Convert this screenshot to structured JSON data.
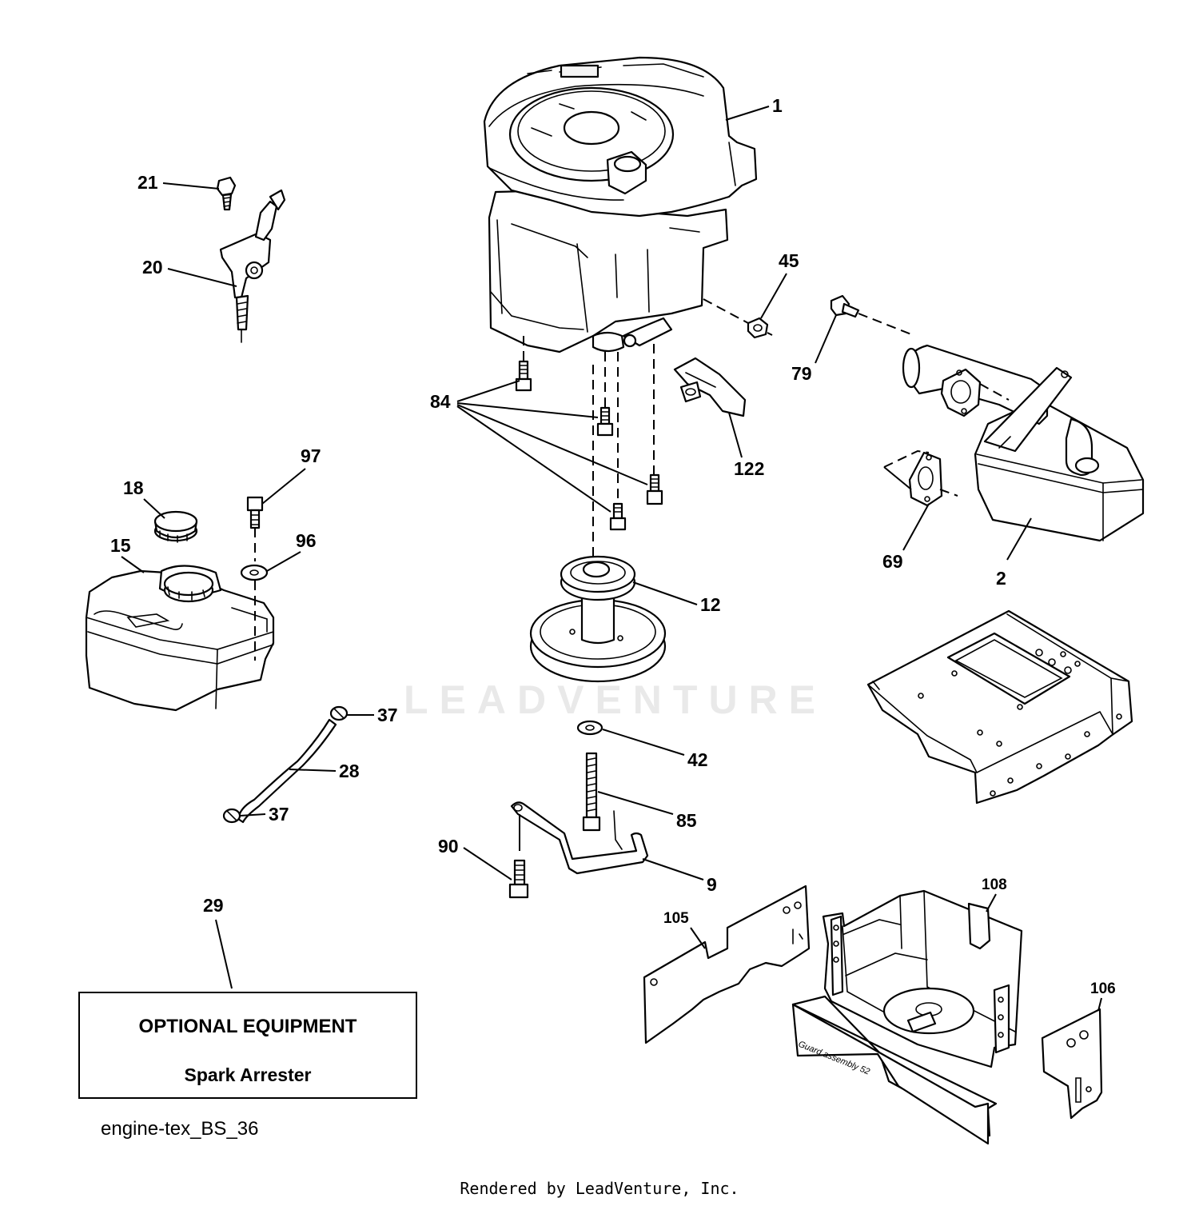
{
  "watermark": "LEADVENTURE",
  "callouts": {
    "c1": "1",
    "c2": "2",
    "c9": "9",
    "c12": "12",
    "c15": "15",
    "c18": "18",
    "c20": "20",
    "c21": "21",
    "c28": "28",
    "c29": "29",
    "c37a": "37",
    "c37b": "37",
    "c42": "42",
    "c45": "45",
    "c69": "69",
    "c79": "79",
    "c84": "84",
    "c85": "85",
    "c90": "90",
    "c96": "96",
    "c97": "97",
    "c105": "105",
    "c106": "106",
    "c108": "108",
    "c122": "122"
  },
  "guard_engraving": "Guard assembly 52",
  "optional_box": {
    "title": "OPTIONAL EQUIPMENT",
    "subtitle": "Spark Arrester"
  },
  "diagram_code": "engine-tex_BS_36",
  "footer": "Rendered by LeadVenture, Inc."
}
